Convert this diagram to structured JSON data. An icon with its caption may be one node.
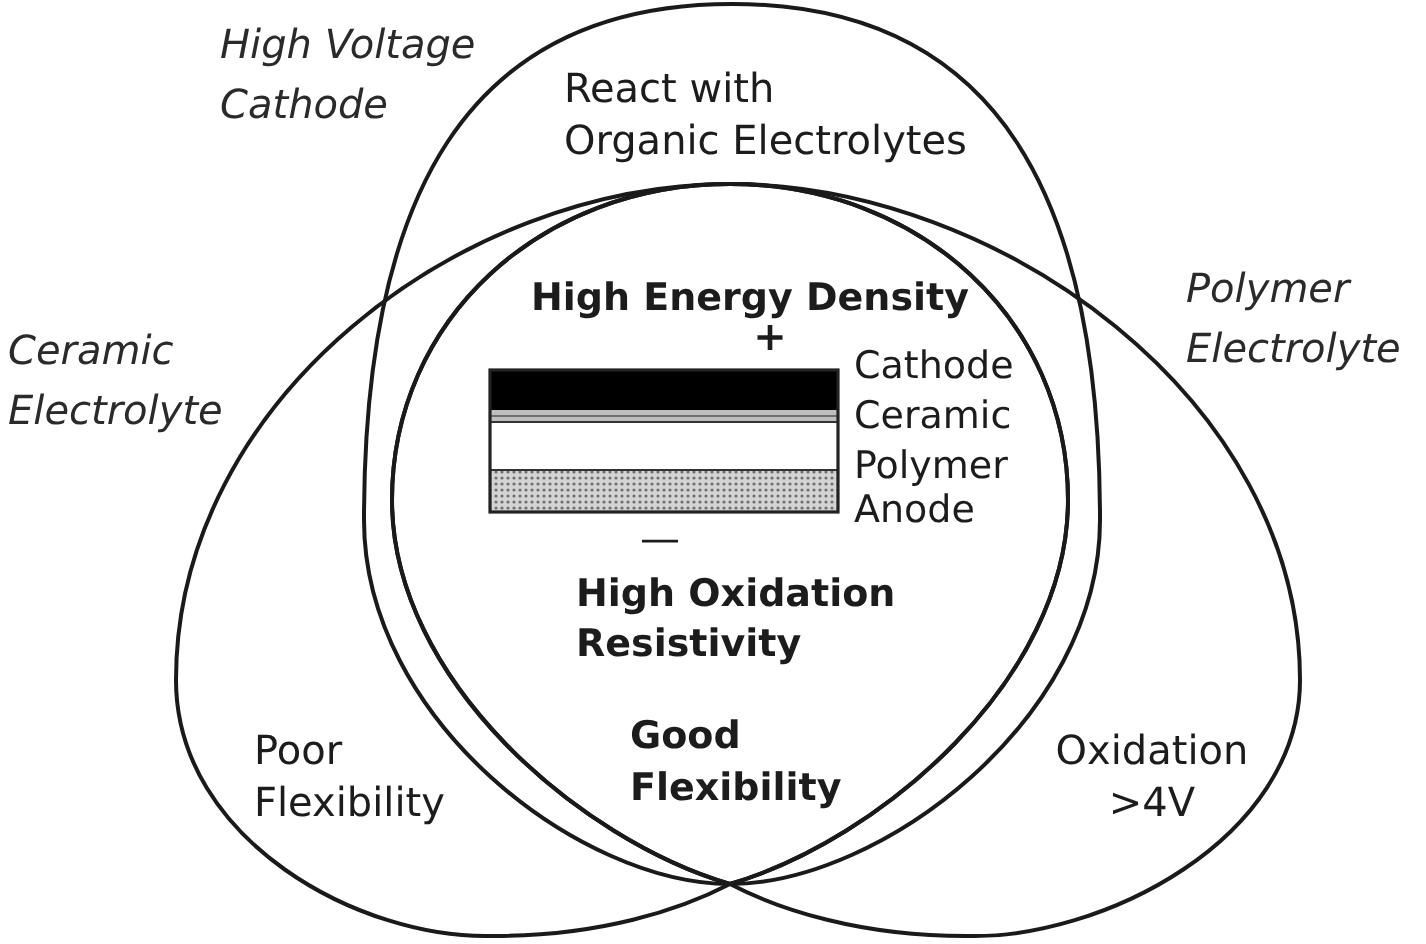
{
  "diagram": {
    "nodes": [
      {
        "text": [
          "High Voltage Cathode",
          "React with Organic Electrolytes"
        ]
      },
      {
        "text": [
          "Ceramic Electrolyte",
          "Poor Flexibility"
        ]
      },
      {
        "text": [
          "Polymer Electrolyte",
          "Oxidation >4V"
        ]
      },
      {
        "text": [
          "High Energy Density",
          "High Oxidation Resistivity",
          "Good Flexibility"
        ]
      }
    ],
    "labels": [
      "+",
      "Cathode",
      "Ceramic",
      "Polymer",
      "Anode",
      "—"
    ]
  }
}
